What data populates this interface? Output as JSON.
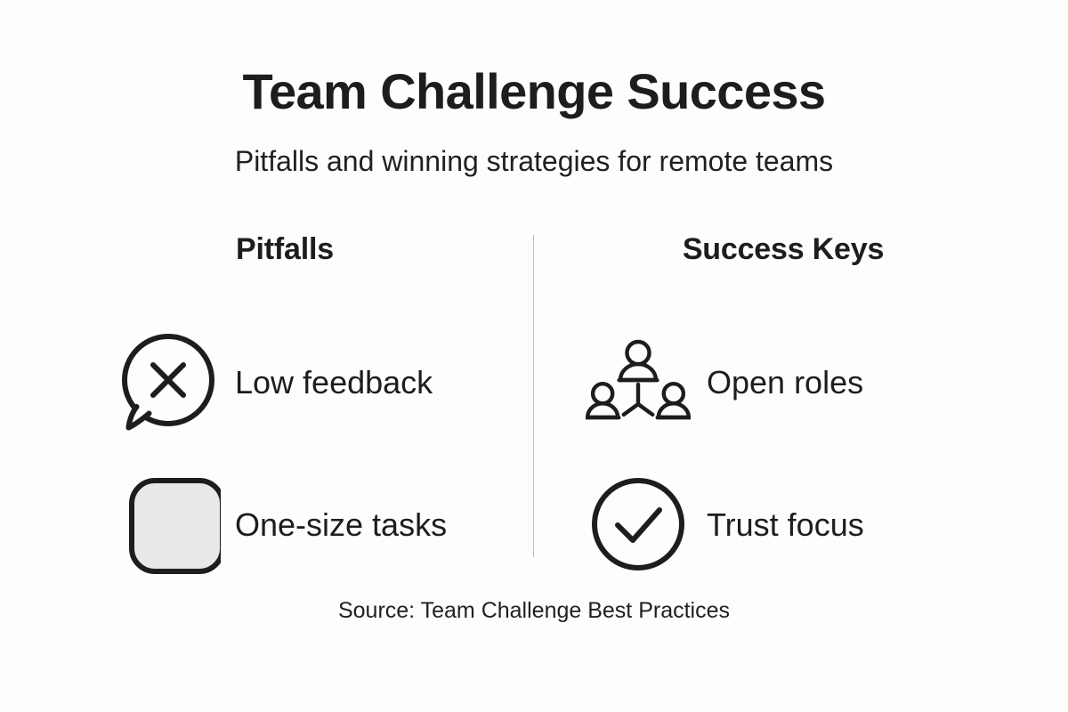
{
  "header": {
    "title": "Team Challenge Success",
    "subtitle": "Pitfalls and winning strategies for remote teams"
  },
  "columns": [
    {
      "id": "pitfalls",
      "heading": "Pitfalls",
      "items": [
        {
          "label": "Low feedback",
          "icon": "speech-bubble-x-icon"
        },
        {
          "label": "One-size tasks",
          "icon": "rounded-square-filled-icon"
        }
      ]
    },
    {
      "id": "success-keys",
      "heading": "Success Keys",
      "items": [
        {
          "label": "Open roles",
          "icon": "people-group-hierarchy-icon"
        },
        {
          "label": "Trust focus",
          "icon": "check-circle-icon"
        }
      ]
    }
  ],
  "footer": {
    "source": "Source: Team Challenge Best Practices"
  },
  "colors": {
    "background": "#fdfdfc",
    "ink": "#1b1d1f",
    "divider": "#bfbfbf",
    "shape_fill": "#e8e8e6"
  }
}
